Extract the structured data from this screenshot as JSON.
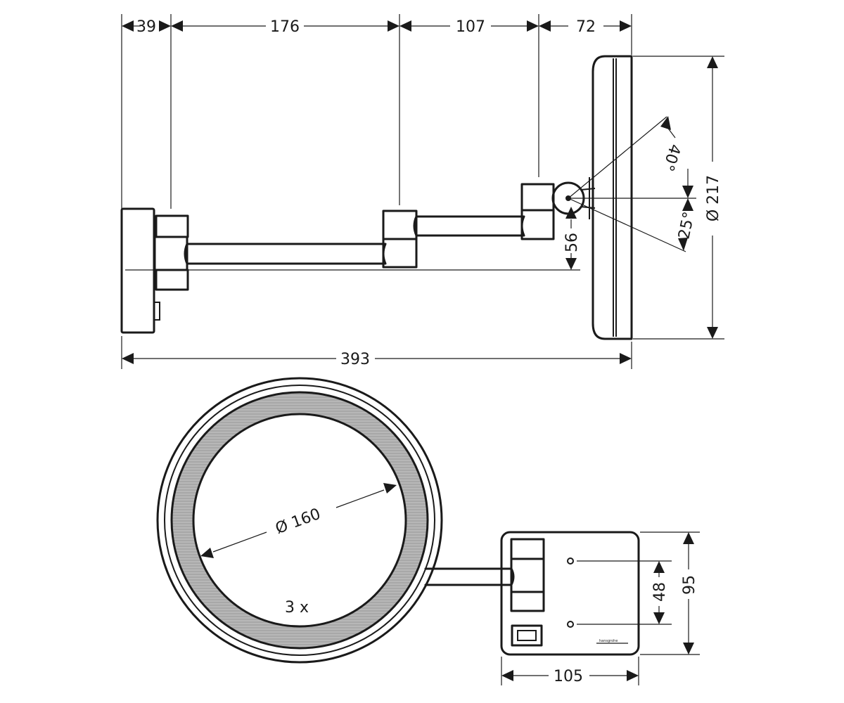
{
  "side_view": {
    "dims": {
      "d39": "39",
      "d176": "176",
      "d107": "107",
      "d72": "72",
      "d393": "393",
      "d56": "56",
      "d217": "Ø 217",
      "a40": "40°",
      "a25": "25°"
    }
  },
  "front_view": {
    "dims": {
      "d160": "Ø 160",
      "mag": "3 x",
      "d48": "48",
      "d95": "95",
      "d105": "105"
    },
    "brand": "hansgrohe"
  }
}
